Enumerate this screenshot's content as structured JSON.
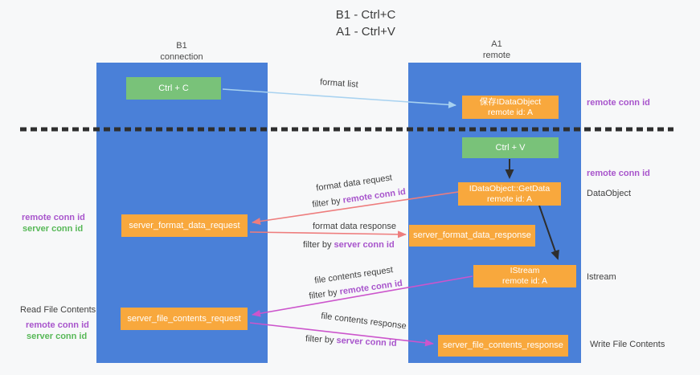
{
  "title": {
    "line1": "B1 - Ctrl+C",
    "line2": "A1 - Ctrl+V"
  },
  "lanes": {
    "left": {
      "title": "B1",
      "subtitle": "connection"
    },
    "right": {
      "title": "A1",
      "subtitle": "remote"
    }
  },
  "nodes": {
    "ctrl_c": {
      "label": "Ctrl + C"
    },
    "ctrl_v": {
      "label": "Ctrl + V"
    },
    "save_dataobject": {
      "line1": "保存IDataObject",
      "line2": "remote id: A"
    },
    "getdata": {
      "line1": "IDataObject::GetData",
      "line2": "remote id: A"
    },
    "istream": {
      "line1": "IStream",
      "line2": "remote id: A"
    },
    "format_request": {
      "label": "server_format_data_request"
    },
    "format_response": {
      "label": "server_format_data_response"
    },
    "file_request": {
      "label": "server_file_contents_request"
    },
    "file_response": {
      "label": "server_file_contents_response"
    }
  },
  "arrow_labels": {
    "format_list": "format list",
    "format_data_request": "format data request",
    "format_data_response": "format data response",
    "file_contents_request": "file contents request",
    "file_contents_response": "file contents response",
    "filter_by": "filter by",
    "remote_conn_id": "remote conn id",
    "server_conn_id": "server conn id"
  },
  "side_labels": {
    "remote_conn_id": "remote conn id",
    "server_conn_id": "server conn id",
    "dataobject": "DataObject",
    "istream": "Istream",
    "read_file_contents": "Read File Contents",
    "write_file_contents": "Write File Contents"
  },
  "colors": {
    "lane_blue": "#4a80d8",
    "node_green": "#79c279",
    "node_orange": "#f8a83d",
    "arrow_lightblue": "#a8d2f0",
    "arrow_black": "#2e2e2e",
    "arrow_red": "#ee7d7d",
    "arrow_magenta": "#cc55cc",
    "text_purple": "#a855cc",
    "text_green": "#57b857",
    "dashed_divider": "#2e2e2e"
  }
}
